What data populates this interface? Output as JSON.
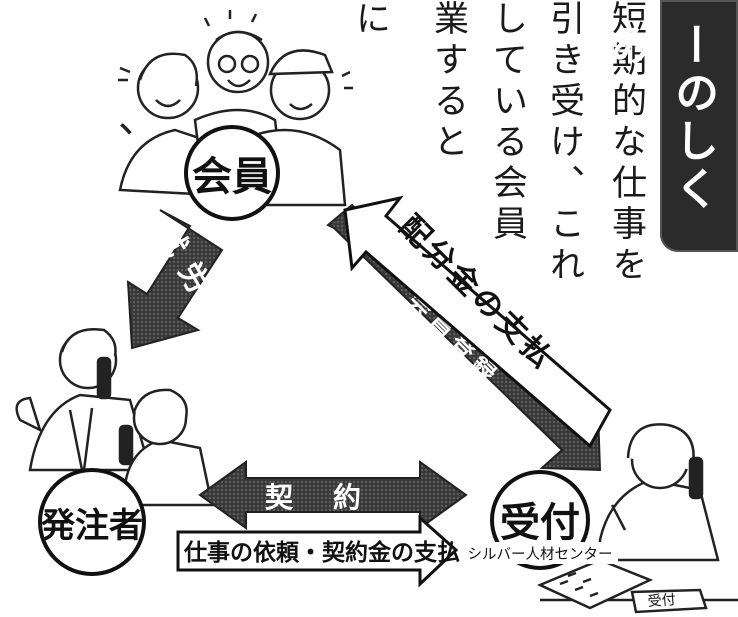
{
  "side_tab": {
    "text": "ーのしくみ"
  },
  "body_text": {
    "lines": [
      "短期的な仕事を",
      "引き受け、これ",
      "している会員",
      "業すると",
      "に"
    ]
  },
  "nodes": {
    "member": "会員",
    "client": "発注者",
    "reception": "受付",
    "reception_sub": "シルバー人材センター",
    "desk_sign": "受付"
  },
  "arrows": {
    "employment": "就労",
    "payment": "配分金の支払",
    "registration": "会員登録",
    "contract": "契約",
    "request": "仕事の依頼・契約金の支払"
  },
  "stray_mark": "、"
}
